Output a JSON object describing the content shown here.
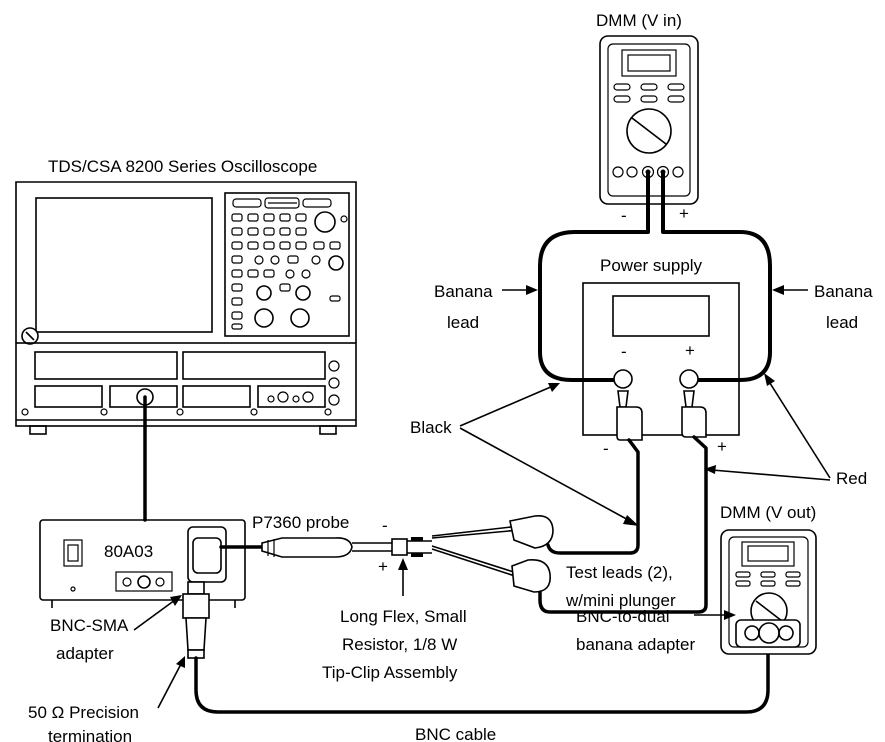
{
  "labels": {
    "scope": "TDS/CSA 8200 Series Oscilloscope",
    "dmm_in": "DMM (V in)",
    "dmm_out": "DMM (V out)",
    "power_supply": "Power supply",
    "banana_lead_left_1": "Banana",
    "banana_lead_left_2": "lead",
    "banana_lead_right_1": "Banana",
    "banana_lead_right_2": "lead",
    "black": "Black",
    "red": "Red",
    "module": "80A03",
    "probe": "P7360 probe",
    "tip_clip_1": "Long Flex, Small",
    "tip_clip_2": "Resistor, 1/8 W",
    "tip_clip_3": "Tip-Clip Assembly",
    "test_leads_1": "Test leads (2),",
    "test_leads_2": "w/mini plunger",
    "bnc_sma_1": "BNC-SMA",
    "bnc_sma_2": "adapter",
    "termination_1": "50 Ω Precision",
    "termination_2": "termination",
    "bnc_cable": "BNC cable",
    "bnc_dual_1": "BNC-to-dual",
    "bnc_dual_2": "banana adapter"
  },
  "polarity": {
    "dmm_in_minus": "-",
    "dmm_in_plus": "+",
    "ps_minus": "-",
    "ps_plus": "+",
    "ps_clip_minus": "-",
    "ps_clip_plus": "+",
    "probe_minus": "-",
    "probe_plus": "+"
  }
}
